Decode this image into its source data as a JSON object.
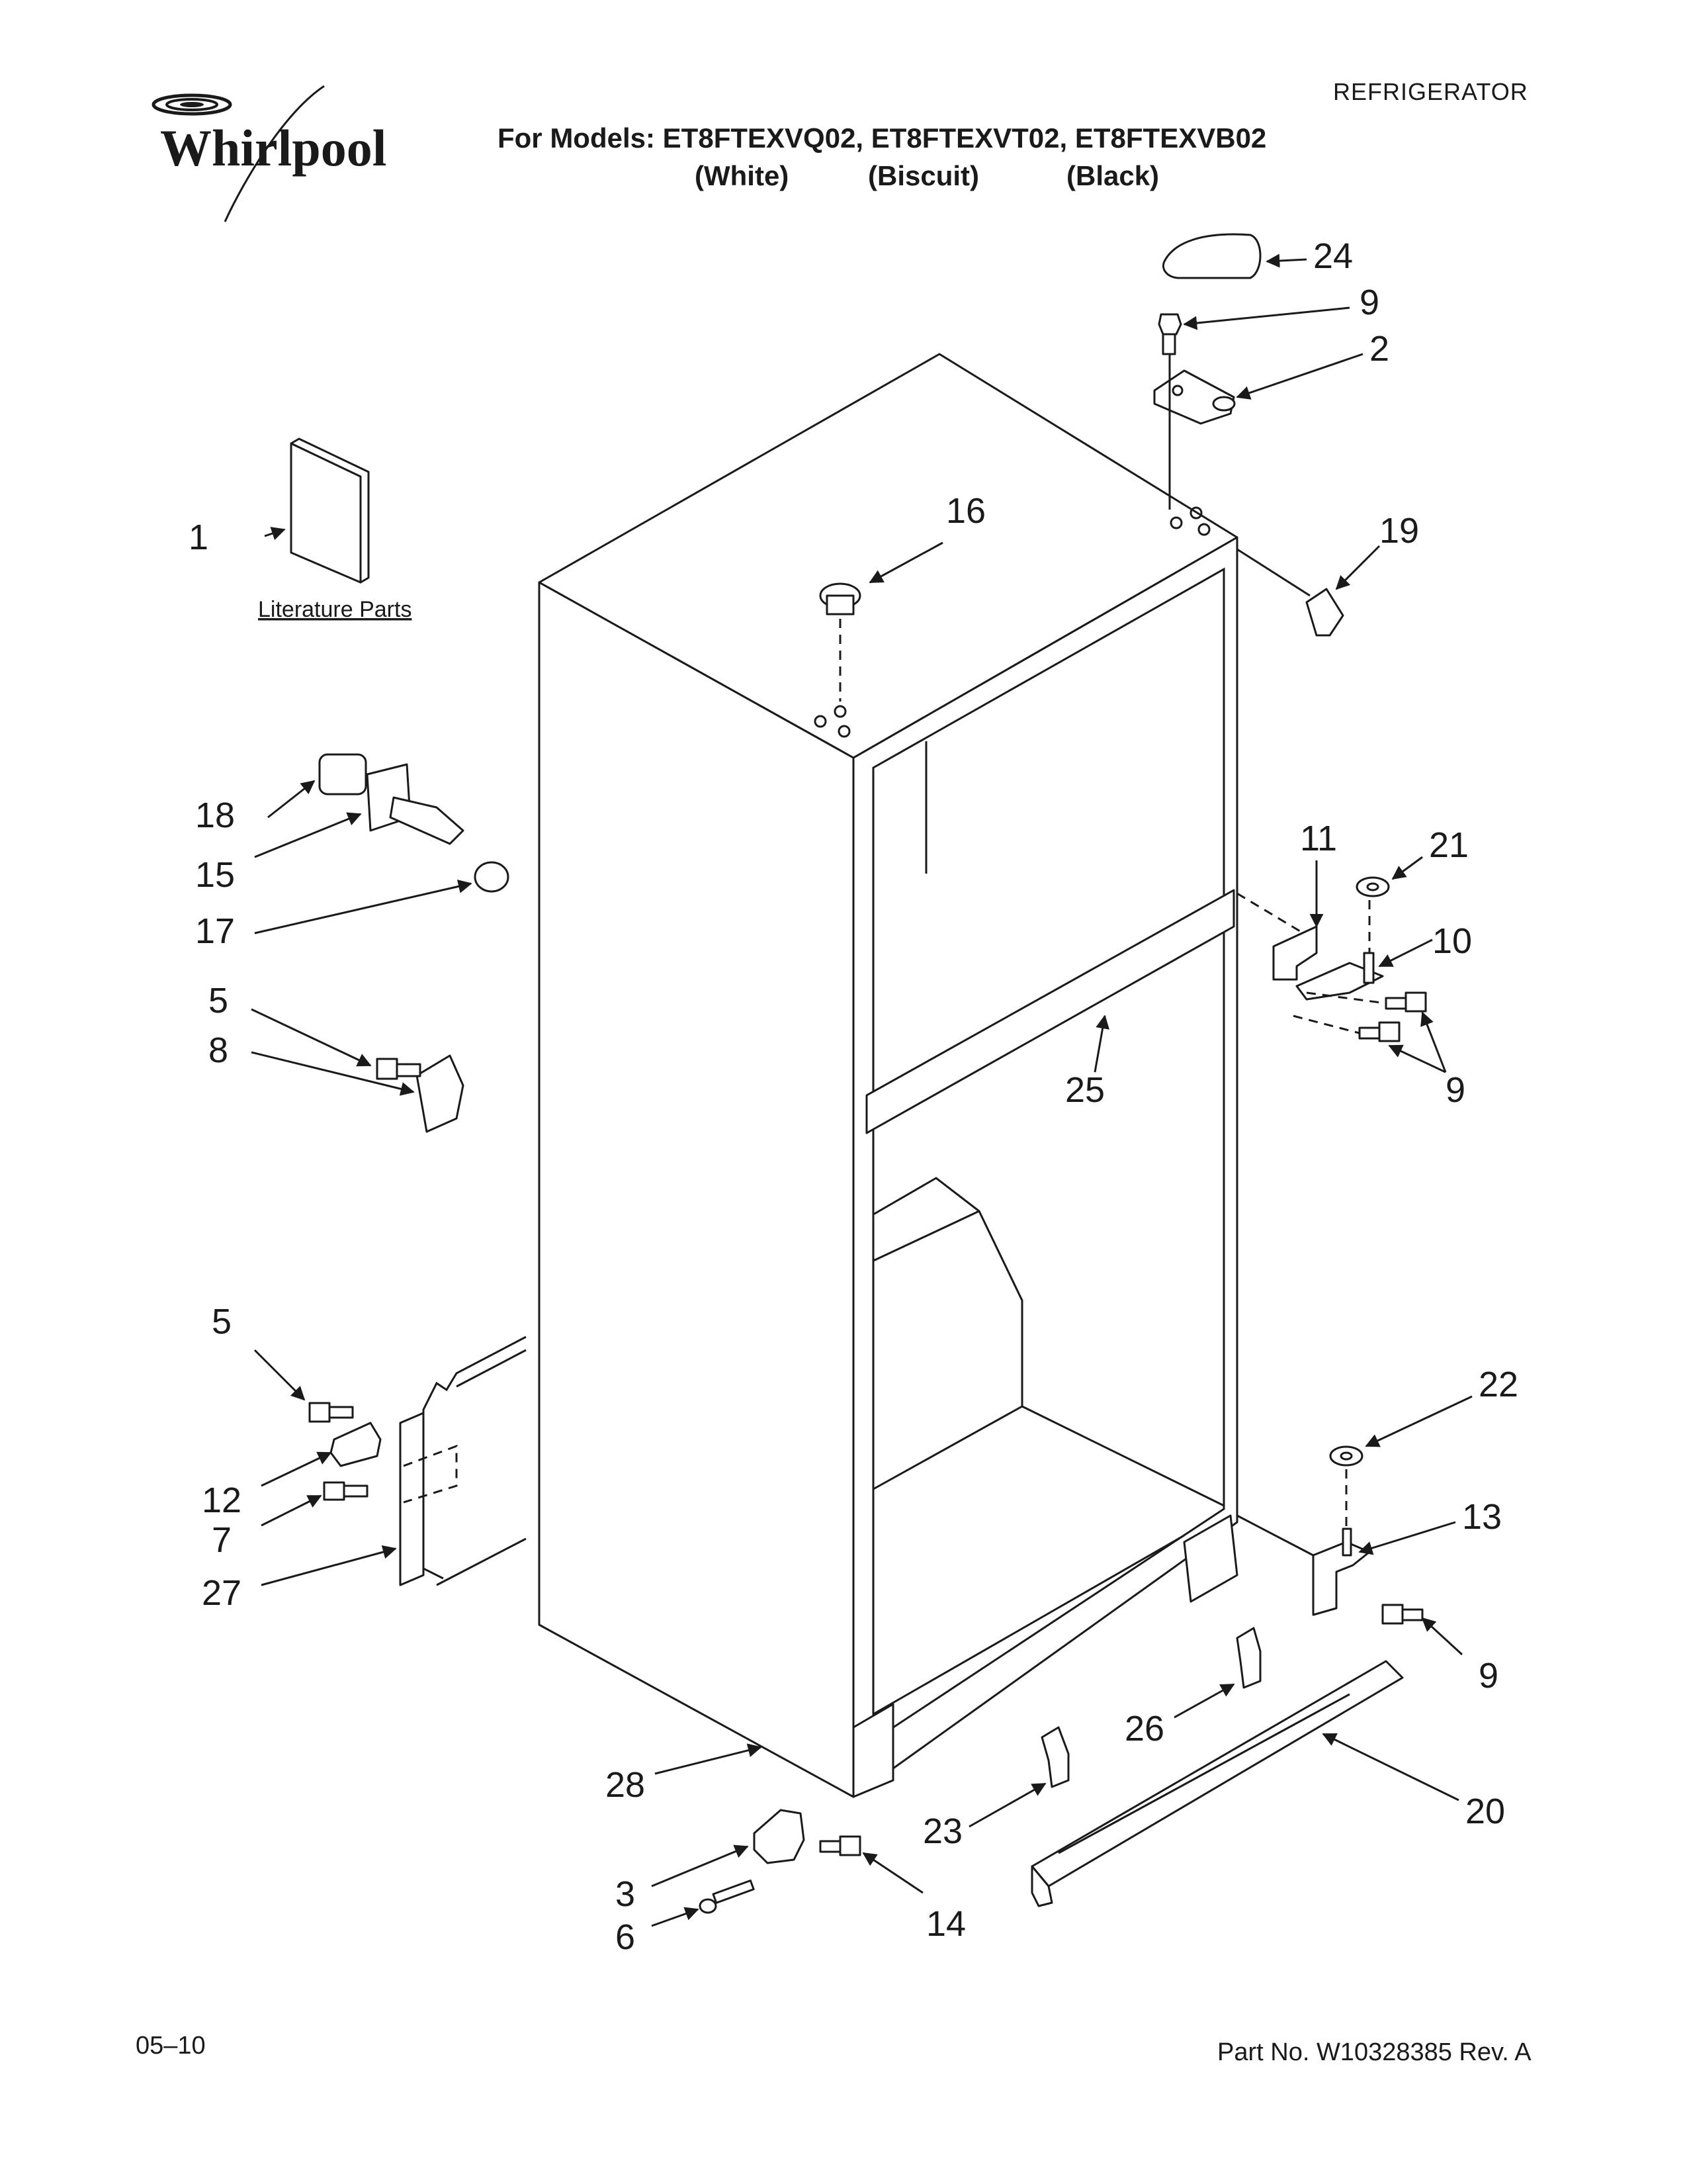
{
  "header": {
    "category": "REFRIGERATOR",
    "brand": "Whirlpool",
    "models_line": "For Models: ET8FTEXVQ02, ET8FTEXVT02, ET8FTEXVB02",
    "variants": [
      "(White)",
      "(Biscuit)",
      "(Black)"
    ]
  },
  "literature_label": "Literature Parts",
  "callouts": {
    "c1": "1",
    "c2": "2",
    "c3": "3",
    "c5a": "5",
    "c5b": "5",
    "c6": "6",
    "c7": "7",
    "c8": "8",
    "c9a": "9",
    "c9b": "9",
    "c9c": "9",
    "c10": "10",
    "c11": "11",
    "c12": "12",
    "c13": "13",
    "c14": "14",
    "c15": "15",
    "c16": "16",
    "c17": "17",
    "c18": "18",
    "c19": "19",
    "c20": "20",
    "c21": "21",
    "c22": "22",
    "c23": "23",
    "c24": "24",
    "c25": "25",
    "c26": "26",
    "c27": "27",
    "c28": "28"
  },
  "footer": {
    "date_code": "05–10",
    "part_number": "Part No. W10328385 Rev. A"
  }
}
